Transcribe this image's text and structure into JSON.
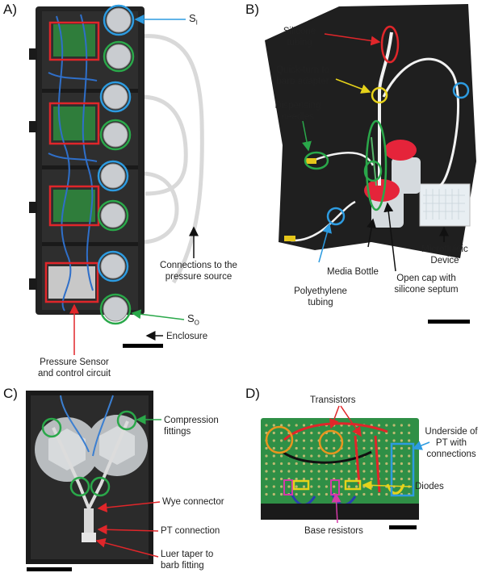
{
  "panels": {
    "a": {
      "letter": "A)",
      "s_in_base": "S",
      "s_in_sub": "I",
      "s_out_base": "S",
      "s_out_sub": "O",
      "connections_l1": "Connections to the",
      "connections_l2": "pressure source",
      "enclosure": "Enclosure",
      "sensor_l1": "Pressure Sensor",
      "sensor_l2": "and control circuit"
    },
    "b": {
      "letter": "B)",
      "silicone_l1": "Silicone",
      "silicone_l2": "tubing",
      "quickturn_l1": "Quick-turn to",
      "quickturn_l2": "barb adapter",
      "dispensing_l1": "Dispensing",
      "dispensing_l2": "needles",
      "media": "Media Bottle",
      "micro_l1": "Microfluidic",
      "micro_l2": "Device",
      "poly_l1": "Polyethylene",
      "poly_l2": "tubing",
      "cap_l1": "Open cap with",
      "cap_l2": "silicone septum"
    },
    "c": {
      "letter": "C)",
      "compression_l1": "Compression",
      "compression_l2": "fittings",
      "wye": "Wye connector",
      "pt": "PT connection",
      "luer_l1": "Luer taper to",
      "luer_l2": "barb fitting"
    },
    "d": {
      "letter": "D)",
      "transistors": "Transistors",
      "underside_l1": "Underside of",
      "underside_l2": "PT with",
      "underside_l3": "connections",
      "diodes": "Diodes",
      "base_resistors": "Base resistors"
    }
  }
}
